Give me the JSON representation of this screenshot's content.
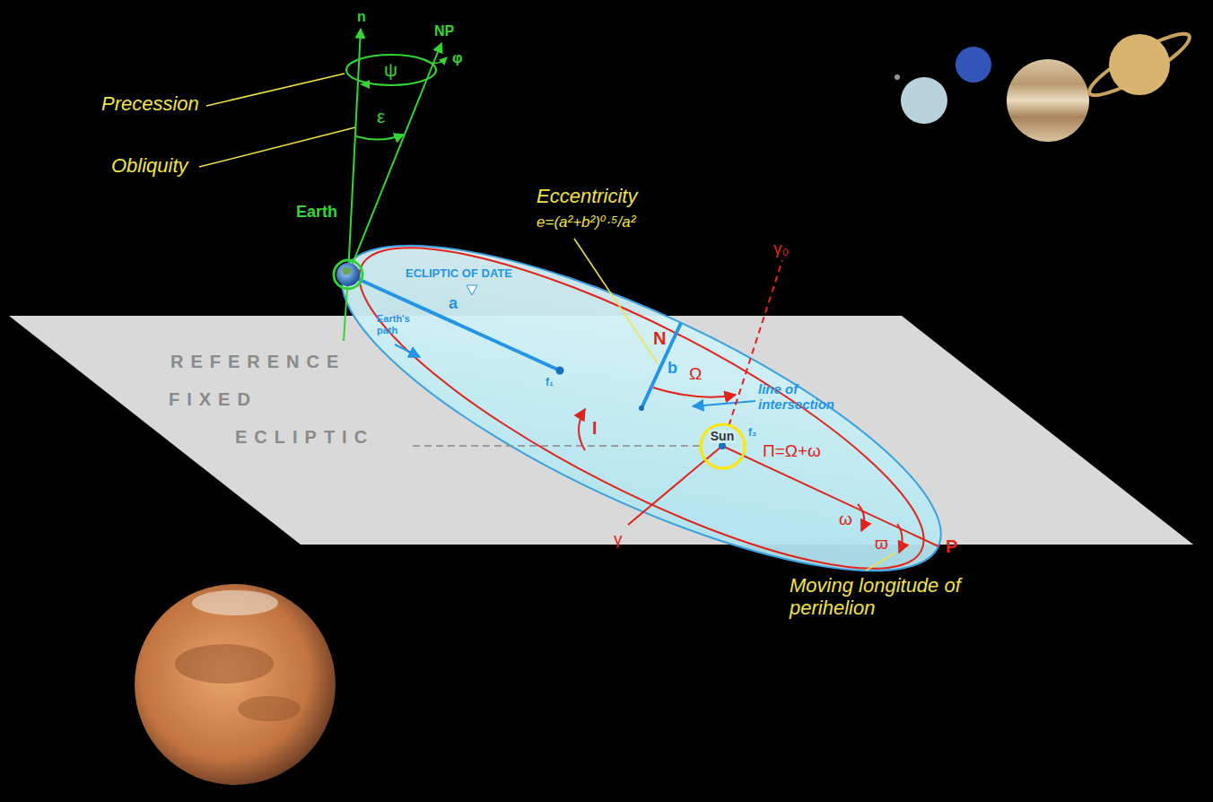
{
  "diagram": {
    "nodes": [
      {
        "text": [
          "Sun"
        ]
      }
    ],
    "labels": [
      "Precession",
      "ψ",
      "n",
      "NP",
      "φ",
      "Obliquity",
      "ε",
      "Earth",
      "Eccentricity",
      "e=(a²+b²)⁰·⁵/a²",
      "ECLIPTIC OF DATE",
      "a",
      "Earth's path",
      "REFERENCE",
      "FIXED",
      "ECLIPTIC",
      "f₁",
      "b",
      "N",
      "Ω",
      "γ₀",
      "line of intersection",
      "I",
      "f₂",
      "Π=Ω+ω",
      "γ",
      "ω",
      "ϖ",
      "P",
      "Moving longitude of perihelion"
    ]
  }
}
